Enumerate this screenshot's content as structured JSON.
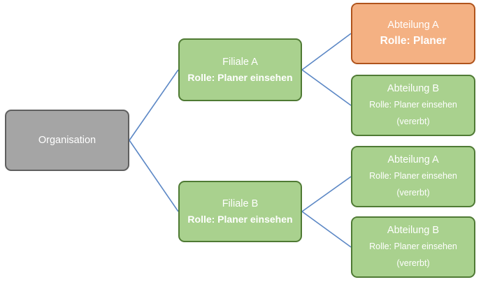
{
  "organisation": {
    "label": "Organisation"
  },
  "filiale_a": {
    "label": "Filiale A",
    "role": "Rolle: Planer einsehen",
    "abteilungen": [
      {
        "label": "Abteilung A",
        "role": "Rolle: Planer"
      },
      {
        "label": "Abteilung B",
        "role": "Rolle: Planer einsehen",
        "note": "(vererbt)"
      }
    ]
  },
  "filiale_b": {
    "label": "Filiale B",
    "role": "Rolle: Planer einsehen",
    "abteilungen": [
      {
        "label": "Abteilung A",
        "role": "Rolle: Planer einsehen",
        "note": "(vererbt)"
      },
      {
        "label": "Abteilung B",
        "role": "Rolle: Planer einsehen",
        "note": "(vererbt)"
      }
    ]
  },
  "colors": {
    "connector": "#5b87c5",
    "grey_fill": "#a5a5a5",
    "green_fill": "#a9d18e",
    "orange_fill": "#f4b183",
    "text": "#ffffff"
  }
}
